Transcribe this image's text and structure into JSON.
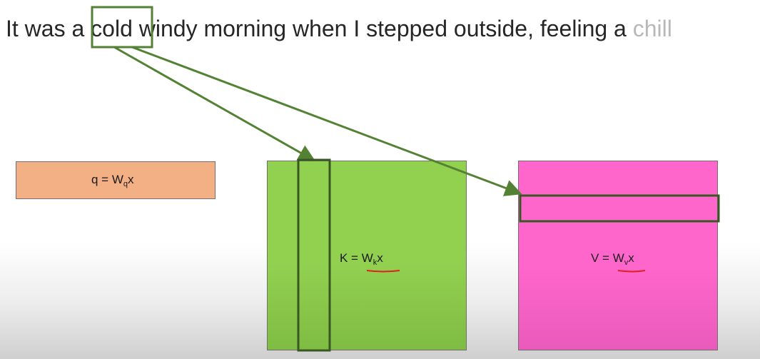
{
  "sentence": {
    "before": "It was a ",
    "highlighted_word": "cold",
    "after": " windy morning when I stepped outside, feeling a ",
    "faded_word": "chill"
  },
  "boxes": {
    "query": {
      "lhs": "q = W",
      "sub": "q",
      "rhs": "x",
      "color": "#f3b085"
    },
    "key": {
      "lhs": "K = W",
      "sub": "k",
      "rhs": "x",
      "color": "#92d050"
    },
    "value": {
      "lhs": "V = W",
      "sub": "v",
      "rhs": "x",
      "color": "#ff66cc"
    }
  },
  "colors": {
    "highlight_stroke": "#548235",
    "arrow": "#548235",
    "underline": "#e02020",
    "faded_text": "#b8b8b8"
  }
}
